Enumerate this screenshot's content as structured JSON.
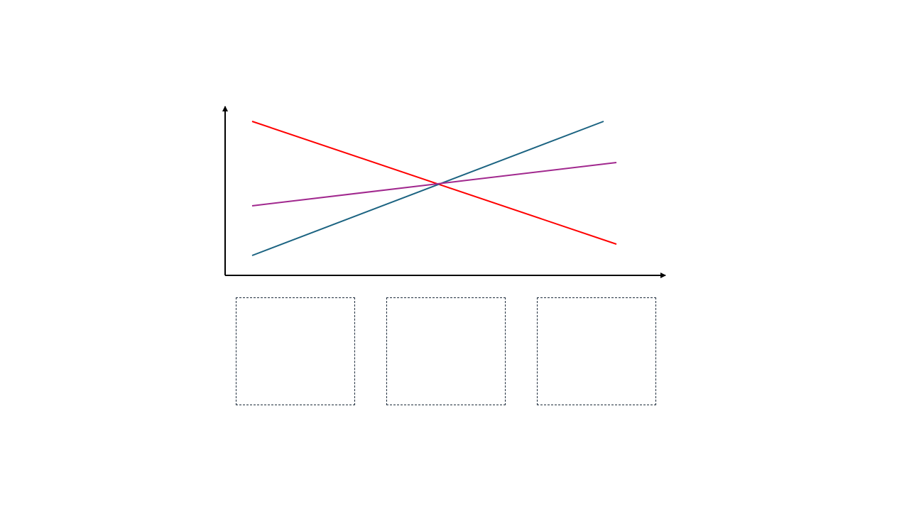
{
  "diagram": {
    "lines": [
      {
        "name": "decreasing-line",
        "color": "#ff0000"
      },
      {
        "name": "steep-increasing-line",
        "color": "#1b6381"
      },
      {
        "name": "shallow-increasing-line",
        "color": "#a1288e"
      }
    ],
    "axis_color": "#000000"
  },
  "placeholders": {
    "border_color": "#1f2d3d",
    "count": 3
  }
}
